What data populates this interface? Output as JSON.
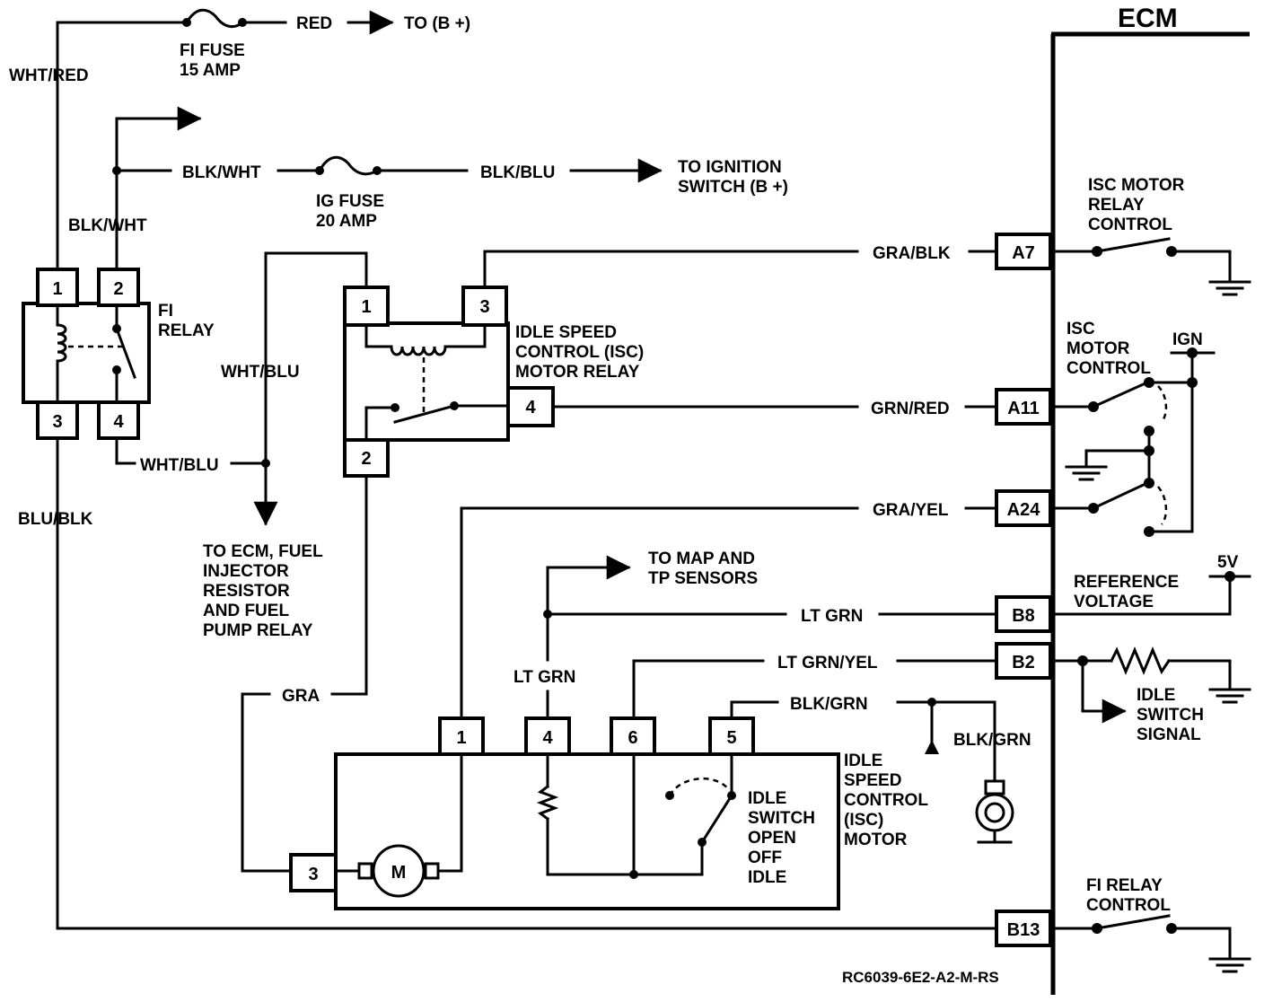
{
  "ecm": {
    "title": "ECM"
  },
  "fi_fuse": {
    "line1": "FI FUSE",
    "line2": "15 AMP"
  },
  "ig_fuse": {
    "line1": "IG FUSE",
    "line2": "20 AMP"
  },
  "wires": {
    "wht_red": "WHT/RED",
    "red": "RED",
    "to_b_plus": "TO (B +)",
    "blk_wht_top": "BLK/WHT",
    "blk_wht_side": "BLK/WHT",
    "blk_blu": "BLK/BLU",
    "to_ignition_1": "TO IGNITION",
    "to_ignition_2": "SWITCH (B +)",
    "wht_blu_left": "WHT/BLU",
    "wht_blu_bottom": "WHT/BLU",
    "blu_blk": "BLU/BLK",
    "to_ecm_1": "TO ECM, FUEL",
    "to_ecm_2": "INJECTOR",
    "to_ecm_3": "RESISTOR",
    "to_ecm_4": "AND FUEL",
    "to_ecm_5": "PUMP RELAY",
    "gra_blk": "GRA/BLK",
    "grn_red": "GRN/RED",
    "gra_yel": "GRA/YEL",
    "to_map_1": "TO MAP AND",
    "to_map_2": "TP SENSORS",
    "lt_grn_h": "LT GRN",
    "lt_grn_v": "LT GRN",
    "lt_grn_yel": "LT GRN/YEL",
    "blk_grn_1": "BLK/GRN",
    "blk_grn_2": "BLK/GRN",
    "gra": "GRA"
  },
  "fi_relay": {
    "label1": "FI",
    "label2": "RELAY",
    "pins": [
      "1",
      "2",
      "3",
      "4"
    ]
  },
  "isc_relay": {
    "label1": "IDLE SPEED",
    "label2": "CONTROL (ISC)",
    "label3": "MOTOR RELAY",
    "pins": [
      "1",
      "3",
      "4",
      "2"
    ]
  },
  "isc_motor": {
    "label1": "IDLE",
    "label2": "SPEED",
    "label3": "CONTROL",
    "label4": "(ISC)",
    "label5": "MOTOR",
    "pins": [
      "1",
      "4",
      "6",
      "5",
      "3"
    ],
    "motor_symbol": "M",
    "switch1": "IDLE",
    "switch2": "SWITCH",
    "switch3": "OPEN",
    "switch4": "OFF",
    "switch5": "IDLE"
  },
  "ecm_pins": {
    "a7": "A7",
    "a11": "A11",
    "a24": "A24",
    "b8": "B8",
    "b2": "B2",
    "b13": "B13"
  },
  "ecm_internal": {
    "isc_relay_ctrl_1": "ISC MOTOR",
    "isc_relay_ctrl_2": "RELAY",
    "isc_relay_ctrl_3": "CONTROL",
    "isc_motor_ctrl_1": "ISC",
    "isc_motor_ctrl_2": "MOTOR",
    "isc_motor_ctrl_3": "CONTROL",
    "ign": "IGN",
    "ref_1": "REFERENCE",
    "ref_2": "VOLTAGE",
    "five_v": "5V",
    "idle_sig_1": "IDLE",
    "idle_sig_2": "SWITCH",
    "idle_sig_3": "SIGNAL",
    "fi_relay_ctrl_1": "FI RELAY",
    "fi_relay_ctrl_2": "CONTROL"
  },
  "figure_code": "RC6039-6E2-A2-M-RS"
}
